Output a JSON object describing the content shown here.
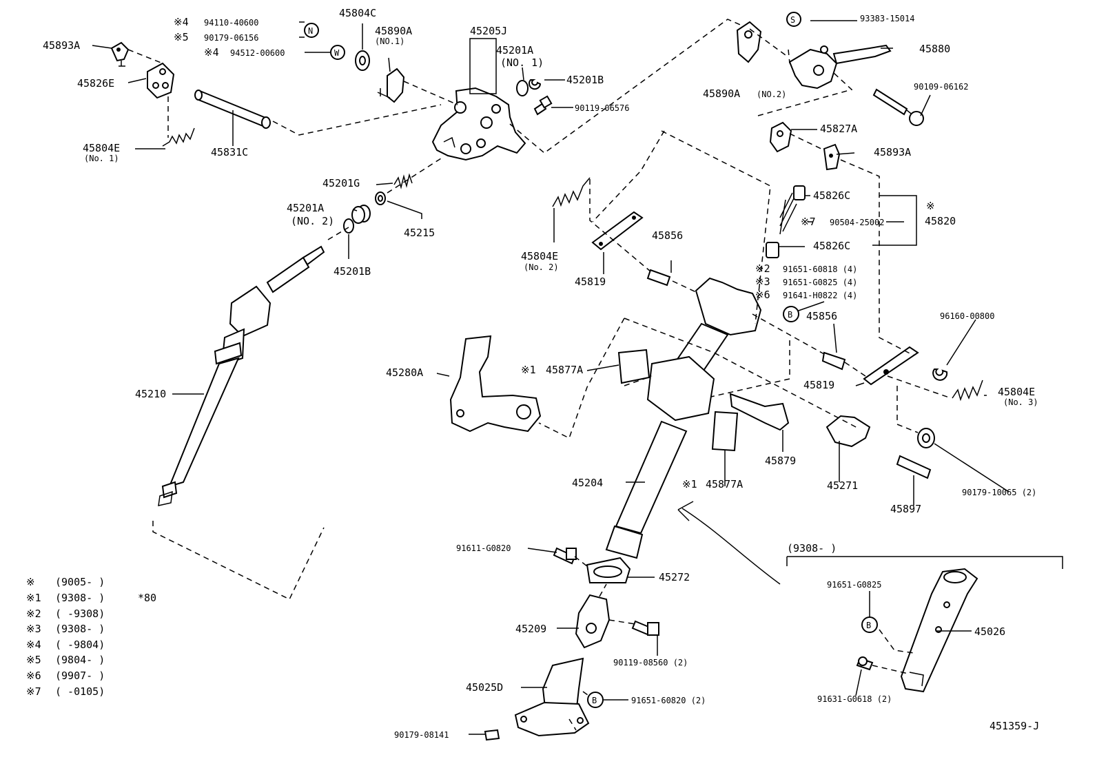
{
  "diagram": {
    "figure_id": "451359-J",
    "labels": {
      "p45893A_top": "45893A",
      "p45826E": "45826E",
      "p45804E_1": "45804E",
      "p45804E_1_sub": "(No. 1)",
      "p45831C": "45831C",
      "n4a_mark": "※4",
      "n4a_part": "94110-40600",
      "n5_mark": "※5",
      "n5_part": "90179-06156",
      "n4b_mark": "※4",
      "n4b_part": "94512-00600",
      "sym_N": "N",
      "sym_W": "W",
      "p45804C": "45804C",
      "p45890A_1": "45890A",
      "p45890A_1_sub": "(NO.1)",
      "p45205J": "45205J",
      "p45201A_1": "45201A",
      "p45201A_1_sub": "(NO. 1)",
      "p45201B_top": "45201B",
      "p90119_06576": "90119-06576",
      "p45201G": "45201G",
      "p45201A_2": "45201A",
      "p45201A_2_sub": "(NO. 2)",
      "p45215": "45215",
      "p45201B_bot": "45201B",
      "p45210": "45210",
      "p45890A_2": "45890A",
      "p45890A_2_sub": "(NO.2)",
      "sym_S": "S",
      "p93383_15014": "93383-15014",
      "p45880": "45880",
      "p90109_06162": "90109-06162",
      "p45827A": "45827A",
      "p45893A_right": "45893A",
      "p45826C_top": "45826C",
      "n7_mark": "※7",
      "p90504_25002": "90504-25002",
      "p45820_mark": "※",
      "p45820": "45820",
      "p45826C_bot": "45826C",
      "p45804E_2": "45804E",
      "p45804E_2_sub": "(No. 2)",
      "p45819_left": "45819",
      "p45856_top": "45856",
      "n2_mark": "※2",
      "n2_part": "91651-60818 (4)",
      "n3_mark": "※3",
      "n3_part": "91651-G0825 (4)",
      "n6_mark": "※6",
      "n6_part": "91641-H0822 (4)",
      "sym_B": "B",
      "p45856_right": "45856",
      "p96160_00800": "96160-00800",
      "p45819_right": "45819",
      "p45804E_3": "45804E",
      "p45804E_3_sub": "(No. 3)",
      "p45280A": "45280A",
      "n1a_mark": "※1",
      "p45877A_top": "45877A",
      "p45879": "45879",
      "p45271": "45271",
      "p45897": "45897",
      "p90179_10065": "90179-10065 (2)",
      "p45204": "45204",
      "n1b_mark": "※1",
      "p45877A_bot": "45877A",
      "p91611_G0820": "91611-G0820",
      "p45272": "45272",
      "p45209": "45209",
      "p90119_08560": "90119-08560 (2)",
      "p45025D": "45025D",
      "p91651_60820": "91651-60820 (2)",
      "p90179_08141": "90179-08141",
      "inset_range": "(9308-          )",
      "p91651_G0825_inset": "91651-G0825",
      "p45026": "45026",
      "p91631_G0618": "91631-G0618 (2)"
    },
    "legend": [
      {
        "mark": "※",
        "range": "(9005-        )",
        "note": ""
      },
      {
        "mark": "※1",
        "range": "(9308-        )",
        "note": "*80"
      },
      {
        "mark": "※2",
        "range": "(        -9308)",
        "note": ""
      },
      {
        "mark": "※3",
        "range": "(9308-        )",
        "note": ""
      },
      {
        "mark": "※4",
        "range": "(        -9804)",
        "note": ""
      },
      {
        "mark": "※5",
        "range": "(9804-        )",
        "note": ""
      },
      {
        "mark": "※6",
        "range": "(9907-        )",
        "note": ""
      },
      {
        "mark": "※7",
        "range": "(        -0105)",
        "note": ""
      }
    ]
  }
}
